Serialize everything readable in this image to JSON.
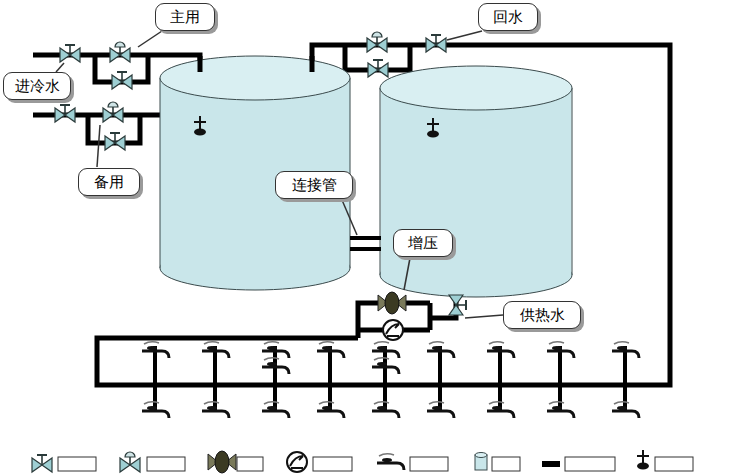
{
  "diagram": {
    "nodes": [
      {
        "text": [
          "主用"
        ]
      },
      {
        "text": [
          "回水"
        ]
      },
      {
        "text": [
          "进冷水"
        ]
      },
      {
        "text": [
          "备用"
        ]
      },
      {
        "text": [
          "连接管"
        ]
      },
      {
        "text": [
          "增压"
        ]
      },
      {
        "text": [
          "供热水"
        ]
      }
    ]
  }
}
